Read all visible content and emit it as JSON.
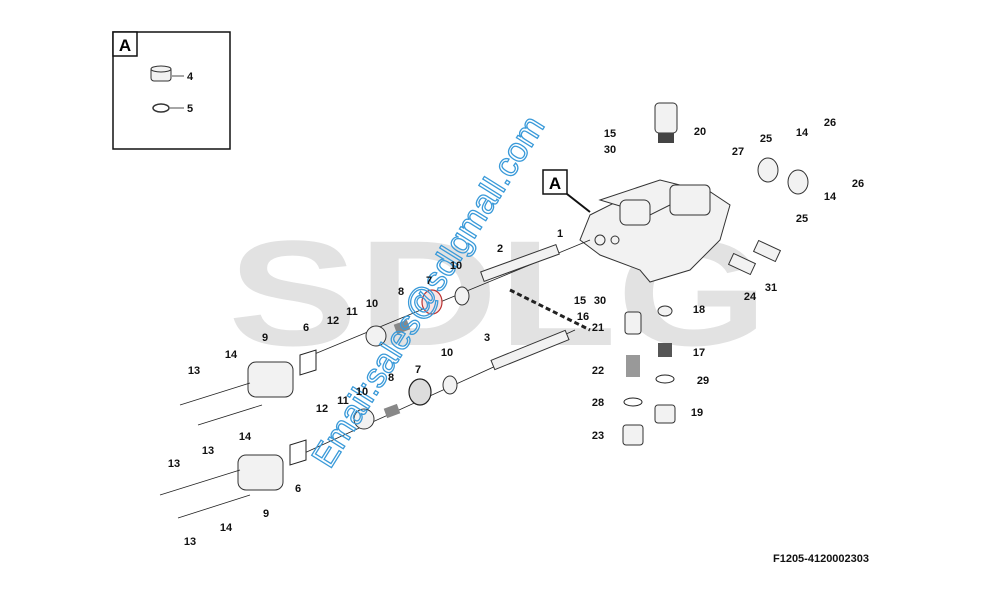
{
  "diagram": {
    "code": "F1205-4120002303",
    "watermark_logo": "SDLG",
    "watermark_email": "Email:sales@sdlgmall.com",
    "inset": {
      "title": "A",
      "labels": [
        "4",
        "5"
      ]
    },
    "main_view_marker": "A",
    "callouts": [
      "15",
      "30",
      "20",
      "1",
      "2",
      "27",
      "25",
      "14",
      "26",
      "14",
      "26",
      "25",
      "10",
      "7",
      "8",
      "10",
      "11",
      "12",
      "6",
      "9",
      "14",
      "13",
      "15",
      "30",
      "16",
      "21",
      "18",
      "24",
      "31",
      "17",
      "22",
      "29",
      "28",
      "19",
      "23",
      "3",
      "10",
      "7",
      "8",
      "10",
      "11",
      "12",
      "14",
      "13",
      "13",
      "6",
      "9",
      "14",
      "13"
    ]
  }
}
